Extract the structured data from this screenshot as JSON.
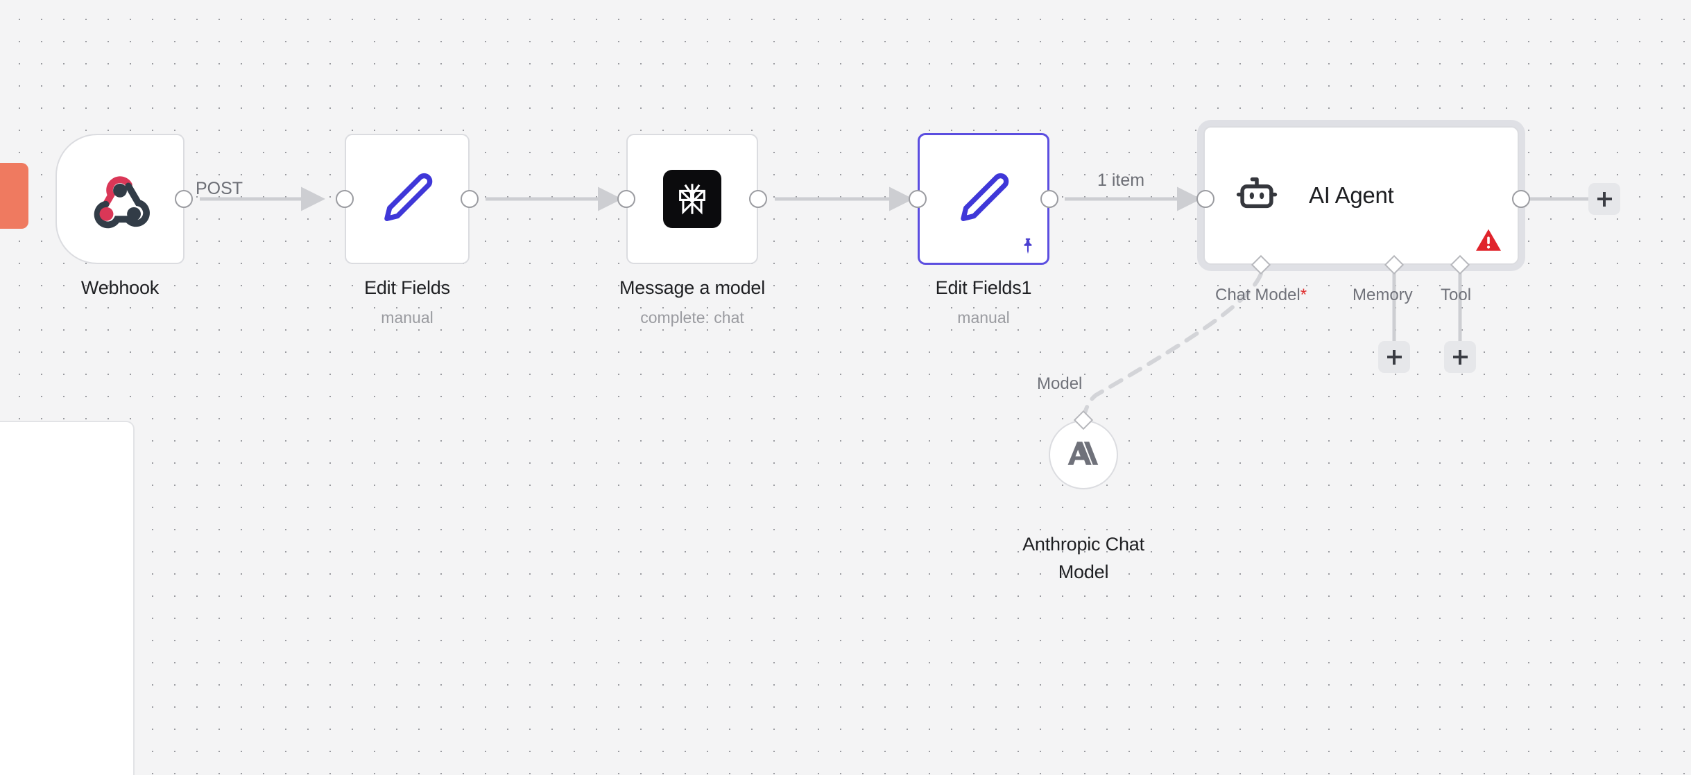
{
  "app": {
    "name": "n8n-workflow-canvas",
    "canvas_background": "#f4f4f5",
    "accent_color": "#5b4ee0",
    "error_color": "#e02f2f",
    "grid_dot_color": "#9a9ba0"
  },
  "nodes": [
    {
      "id": "webhook",
      "title": "Webhook",
      "subtitle": "",
      "icon": "webhook-icon",
      "type": "trigger",
      "selected": false,
      "pinned": false,
      "has_error": false
    },
    {
      "id": "edit-fields",
      "title": "Edit Fields",
      "subtitle": "manual",
      "icon": "pencil-icon",
      "type": "action",
      "selected": false,
      "pinned": false,
      "has_error": false
    },
    {
      "id": "message-a-model",
      "title": "Message a model",
      "subtitle": "complete: chat",
      "icon": "openrouter-icon",
      "type": "action",
      "selected": false,
      "pinned": false,
      "has_error": false
    },
    {
      "id": "edit-fields-1",
      "title": "Edit Fields1",
      "subtitle": "manual",
      "icon": "pencil-icon",
      "type": "action",
      "selected": true,
      "pinned": true,
      "has_error": false
    },
    {
      "id": "ai-agent",
      "title": "AI Agent",
      "subtitle": "",
      "icon": "robot-icon",
      "type": "agent",
      "selected": false,
      "pinned": false,
      "has_error": true
    },
    {
      "id": "anthropic-chat-model",
      "title": "Anthropic Chat Model",
      "title_line1": "Anthropic Chat",
      "title_line2": "Model",
      "subtitle": "",
      "icon": "anthropic-icon",
      "type": "sub-node",
      "selected": false,
      "pinned": false,
      "has_error": false
    }
  ],
  "connections": [
    {
      "id": "webhook-to-edit-fields",
      "label": "POST",
      "style": "solid"
    },
    {
      "id": "edit-fields-to-message-a-model",
      "label": "",
      "style": "solid"
    },
    {
      "id": "message-a-model-to-edit-fields-1",
      "label": "",
      "style": "solid"
    },
    {
      "id": "edit-fields-1-to-ai-agent",
      "label": "1 item",
      "style": "solid"
    },
    {
      "id": "anthropic-to-ai-agent",
      "label": "Model",
      "style": "dashed"
    }
  ],
  "agent_ports": [
    {
      "id": "chat-model",
      "label": "Chat Model",
      "required": true,
      "required_marker": "*",
      "has_add_button": false
    },
    {
      "id": "memory",
      "label": "Memory",
      "required": false,
      "required_marker": "",
      "has_add_button": true
    },
    {
      "id": "tool",
      "label": "Tool",
      "required": false,
      "required_marker": "",
      "has_add_button": true
    }
  ],
  "sub_node_port": {
    "id": "model-port",
    "label": "Model"
  },
  "buttons": {
    "add_node_output": "+",
    "add_memory": "+",
    "add_tool": "+"
  },
  "status": {
    "agent_warning": "warning-triangle"
  }
}
